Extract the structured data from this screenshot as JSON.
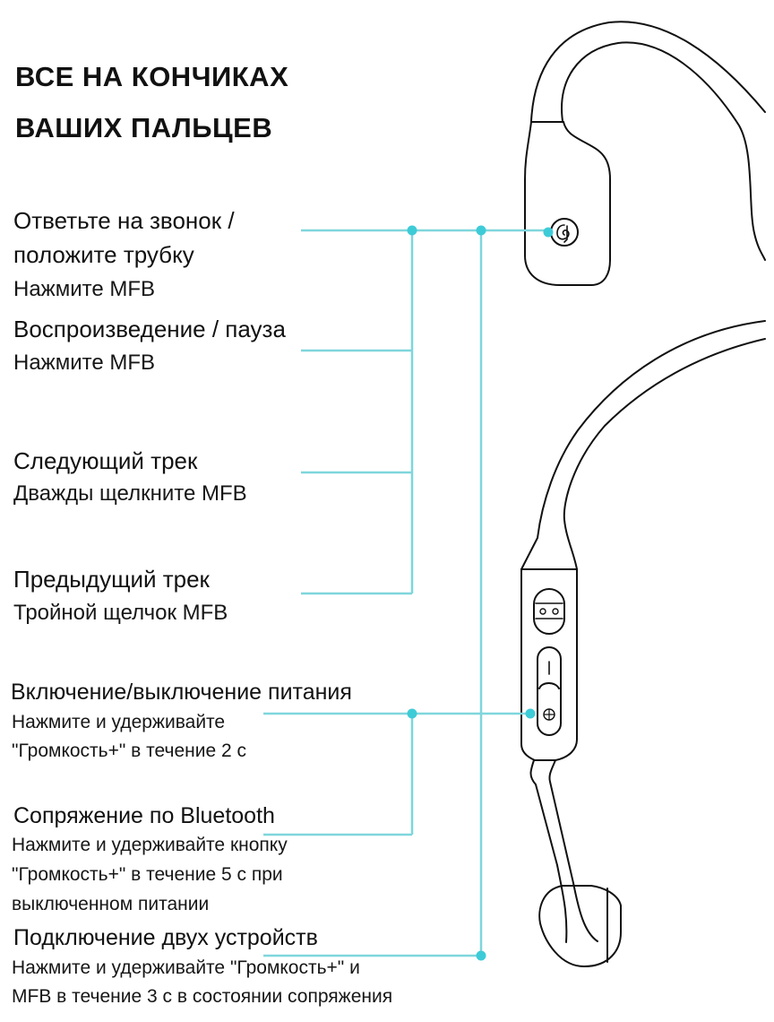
{
  "title": {
    "line1": "ВСЕ НА КОНЧИКАХ",
    "line2": "ВАШИХ ПАЛЬЦЕВ"
  },
  "accent_color": "#3ecbd8",
  "line_color": "#7fd6dc",
  "outline_color": "#111111",
  "functions": [
    {
      "heading_lines": [
        "Ответьте на звонок /",
        "положите трубку"
      ],
      "action_lines": [
        "Нажмите MFB"
      ]
    },
    {
      "heading_lines": [
        "Воспроизведение / пауза"
      ],
      "action_lines": [
        "Нажмите MFB"
      ]
    },
    {
      "heading_lines": [
        "Следующий трек"
      ],
      "action_lines": [
        "Дважды щелкните MFB"
      ]
    },
    {
      "heading_lines": [
        "Предыдущий трек"
      ],
      "action_lines": [
        "Тройной щелчок MFB"
      ]
    },
    {
      "heading_lines": [
        "Включение/выключение питания"
      ],
      "action_lines": [
        "Нажмите и удерживайте",
        "\"Громкость+\" в течение 2 с"
      ]
    },
    {
      "heading_lines": [
        "Сопряжение по Bluetooth"
      ],
      "action_lines": [
        "Нажмите и удерживайте кнопку",
        "\"Громкость+\" в течение 5 с при",
        "выключенном питании"
      ]
    },
    {
      "heading_lines": [
        "Подключение двух устройств"
      ],
      "action_lines": [
        "Нажмите и удерживайте \"Громкость+\" и",
        "MFB в течение 3 с в состоянии сопряжения"
      ]
    }
  ],
  "device_buttons": {
    "mfb_icon": "multifunction-button-icon",
    "volume_minus_label": "−",
    "volume_plus_label": "⊕",
    "charging_port_icon": "charging-port-icon"
  }
}
